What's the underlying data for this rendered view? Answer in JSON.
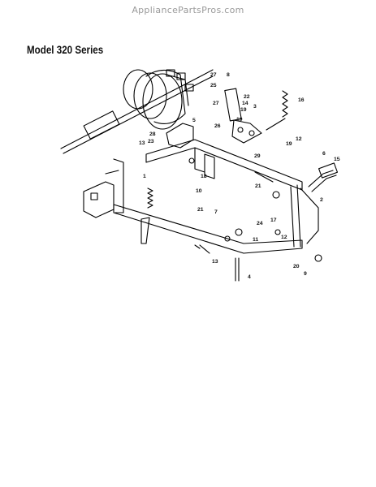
{
  "header": {
    "watermark": "AppliancePartsPros.com",
    "title": "Model 320 Series"
  },
  "diagram": {
    "callouts": [
      "27",
      "8",
      "25",
      "22",
      "14",
      "19",
      "3",
      "16",
      "27",
      "19",
      "5",
      "26",
      "12",
      "28",
      "23",
      "29",
      "19",
      "13",
      "6",
      "15",
      "1",
      "18",
      "10",
      "2",
      "21",
      "21",
      "7",
      "17",
      "24",
      "11",
      "12",
      "20",
      "9",
      "13",
      "4"
    ]
  }
}
